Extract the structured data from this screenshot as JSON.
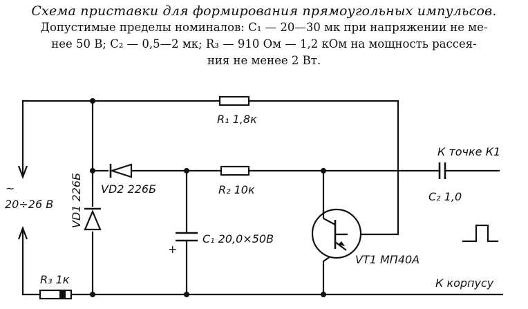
{
  "caption": {
    "title": "Схема приставки для формирования прямоугольных импульсов.",
    "lines": [
      "Допустимые пределы номиналов: C₁ — 20—30 мк при напряжении не ме-",
      "нее 50 В; C₂ — 0,5—2 мк; R₃ — 910 Ом — 1,2 кОм на мощность рассея-",
      "ния не менее 2 Вт."
    ]
  },
  "labels": {
    "r1": "R₁ 1,8к",
    "r2": "R₂ 10к",
    "r3": "R₃ 1к",
    "vd1": "VD1 226Б",
    "vd2": "VD2 226Б",
    "c1": "C₁ 20,0×50В",
    "c2": "C₂ 1,0",
    "vt1": "VT1 МП40А",
    "to_k1": "К точке К1",
    "to_case": "К корпусу",
    "ac_symbol": "~",
    "supply": "20÷26 В",
    "c1_polarity": "+"
  }
}
